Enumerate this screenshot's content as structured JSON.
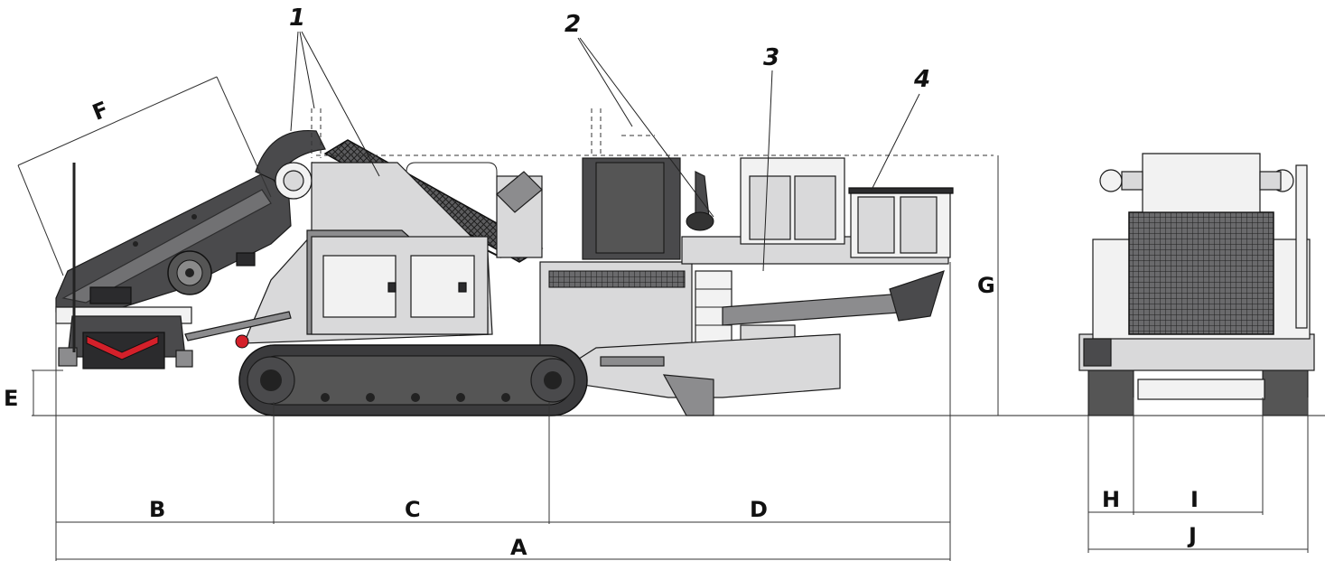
{
  "callouts": [
    "1",
    "2",
    "3",
    "4"
  ],
  "dimensions": {
    "a": "A",
    "b": "B",
    "c": "C",
    "d": "D",
    "e": "E",
    "f": "F",
    "g": "G",
    "h": "H",
    "i": "I",
    "j": "J"
  },
  "colors": {
    "dark_panel": "#4a4a4c",
    "mid_panel": "#8c8c8e",
    "light_panel": "#d9d9da",
    "accent_red": "#d4202a"
  }
}
